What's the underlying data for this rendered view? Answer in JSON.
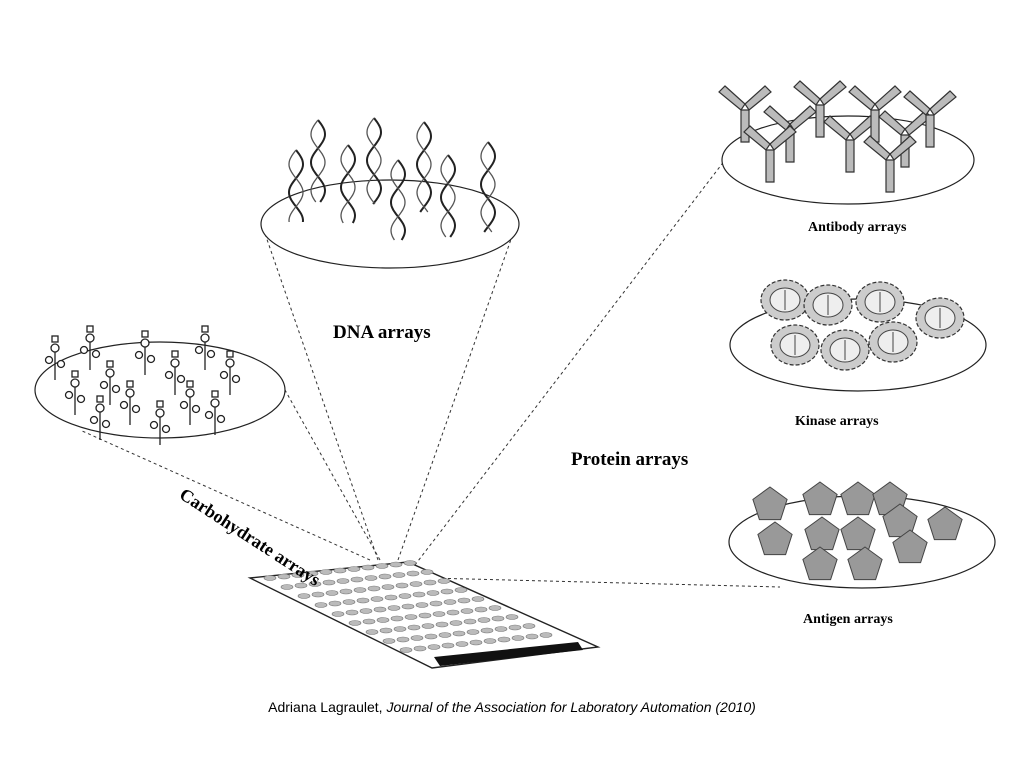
{
  "labels": {
    "dna": "DNA arrays",
    "carbohydrate": "Carbohydrate arrays",
    "protein": "Protein arrays",
    "antibody": "Antibody arrays",
    "kinase": "Kinase arrays",
    "antigen": "Antigen arrays"
  },
  "caption": {
    "author": "Adriana Lagraulet,",
    "journal": "Journal of the Association for Laboratory Automation (2010)"
  }
}
